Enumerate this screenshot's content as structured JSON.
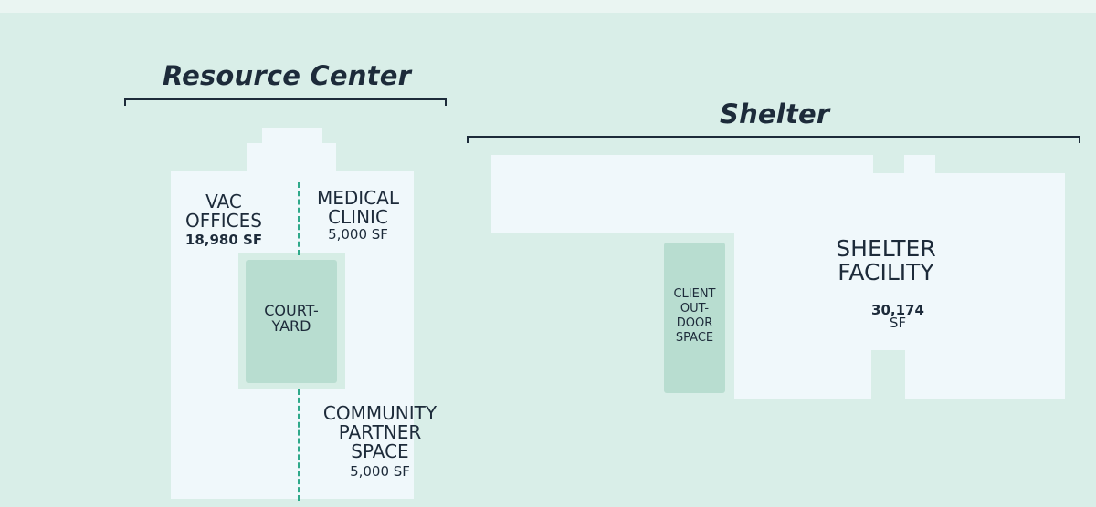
{
  "resource_center": {
    "heading": "Resource Center",
    "vac_offices": {
      "line1": "VAC",
      "line2": "OFFICES",
      "area": "18,980 SF"
    },
    "medical_clinic": {
      "line1": "MEDICAL",
      "line2": "CLINIC",
      "area": "5,000 SF"
    },
    "courtyard": {
      "line1": "COURT-",
      "line2": "YARD"
    },
    "community_partner": {
      "line1": "COMMUNITY",
      "line2": "PARTNER",
      "line3": "SPACE",
      "area": "5,000 SF"
    }
  },
  "shelter": {
    "heading": "Shelter",
    "facility": {
      "line1": "SHELTER",
      "line2": "FACILITY",
      "area_number": "30,174",
      "area_unit": "SF"
    },
    "client_outdoor": {
      "line1": "CLIENT",
      "line2": "OUT-",
      "line3": "DOOR",
      "line4": "SPACE"
    }
  },
  "colors": {
    "background": "#d9eee8",
    "building": "#f0f8fb",
    "courtyard": "#b8ddd0",
    "divider": "#2fa98a",
    "text": "#1d2b3a"
  }
}
